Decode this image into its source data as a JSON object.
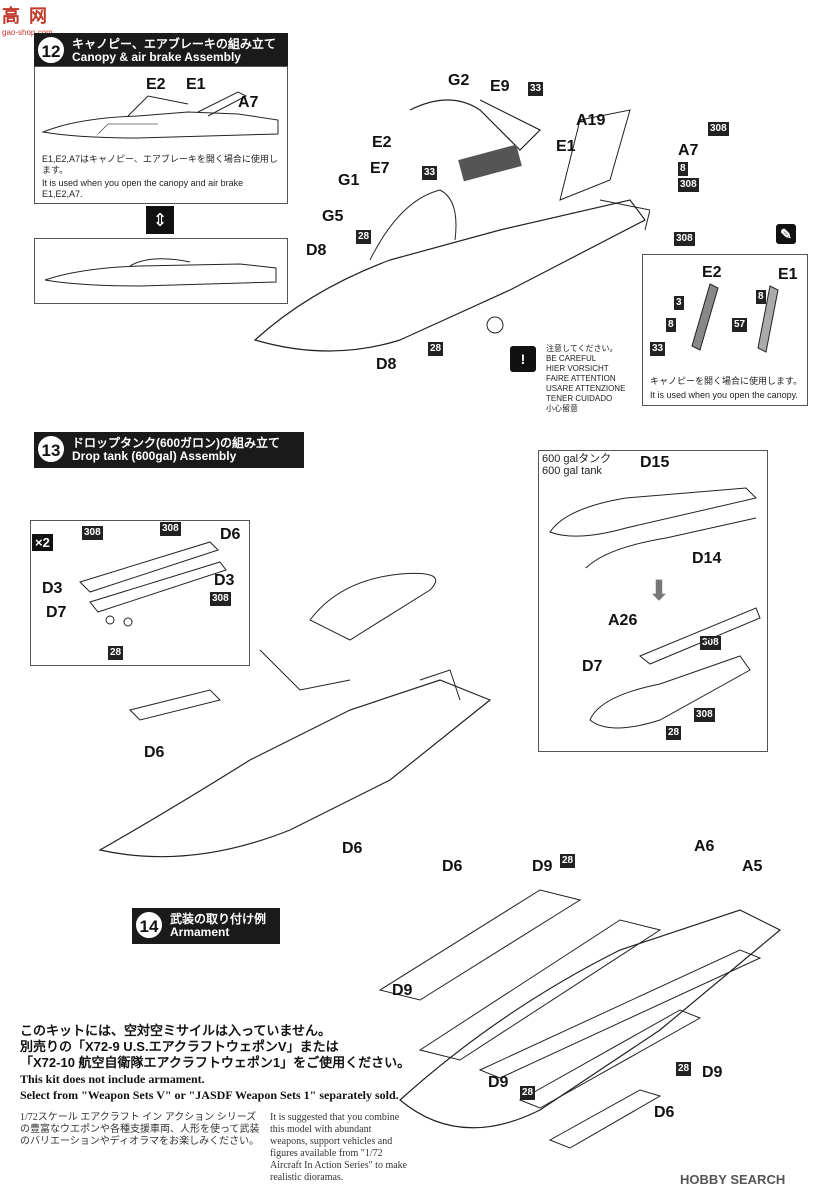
{
  "watermark": {
    "top": "高 网",
    "site": "gao-shop.com"
  },
  "step12": {
    "number": "12",
    "title_jp": "キャノピー、エアブレーキの組み立て",
    "title_en": "Canopy & air brake Assembly",
    "inset": {
      "labels": [
        "E2",
        "E1",
        "A7"
      ],
      "note_jp": "E1,E2,A7はキャノピー、エアブレーキを開く場合に使用します。",
      "note_en": "It is used when you open the canopy and air brake E1,E2,A7."
    },
    "parts": [
      "G2",
      "E9",
      "33",
      "A19",
      "308",
      "E2",
      "E1",
      "A7",
      "8",
      "308",
      "G1",
      "E7",
      "33",
      "G5",
      "28",
      "308",
      "D8",
      "D8",
      "28"
    ],
    "detail": {
      "labels": [
        "E2",
        "E1",
        "3",
        "8",
        "8",
        "57",
        "33"
      ],
      "note_jp": "キャノピーを開く場合に使用します。",
      "note_en": "It is used when you open the canopy."
    },
    "caution": [
      "注意してください。",
      "BE CAREFUL",
      "HIER VORSICHT",
      "FAIRE ATTENTION",
      "USARE ATTENZIONE",
      "TENER CUIDADO",
      "小心留意"
    ]
  },
  "step13": {
    "number": "13",
    "title_jp": "ドロップタンク(600ガロン)の組み立て",
    "title_en": "Drop tank (600gal) Assembly",
    "pylon": {
      "mult": "×2",
      "labels": [
        "308",
        "308",
        "D6",
        "D3",
        "D3",
        "308",
        "D7",
        "28"
      ]
    },
    "tank": {
      "caption_jp": "600 galタンク",
      "caption_en": "600 gal tank",
      "labels": [
        "D15",
        "D14",
        "A26",
        "308",
        "D7",
        "308",
        "28"
      ]
    },
    "main": [
      "D6",
      "D6"
    ]
  },
  "step14": {
    "number": "14",
    "title_jp": "武装の取り付け例",
    "title_en": "Armament",
    "labels": [
      "D6",
      "D9",
      "28",
      "A6",
      "A5",
      "D9",
      "28",
      "D9",
      "28",
      "D9",
      "D6"
    ]
  },
  "bottom": {
    "jp1": "このキットには、空対空ミサイルは入っていません。",
    "jp2": "別売りの「X72-9 U.S.エアクラフトウェポンV」または",
    "jp3": "「X72-10 航空自衛隊エアクラフトウェポン1」をご使用ください。",
    "en1": "This kit does not include armament.",
    "en2": "Select from \"Weapon Sets V\" or \"JASDF Weapon Sets 1\" separately sold.",
    "jp_small": "1/72スケール エアクラフト イン アクション シリーズの豊富なウエポンや各種支援車両、人形を使って武装のバリエーションやディオラマをお楽しみください。",
    "en_small": "It is suggested that you combine this model with abundant weapons, support vehicles and figures available from \"1/72 Aircraft In Action Series\" to make realistic dioramas."
  },
  "footer": {
    "logo": "HOBBY SEARCH"
  }
}
